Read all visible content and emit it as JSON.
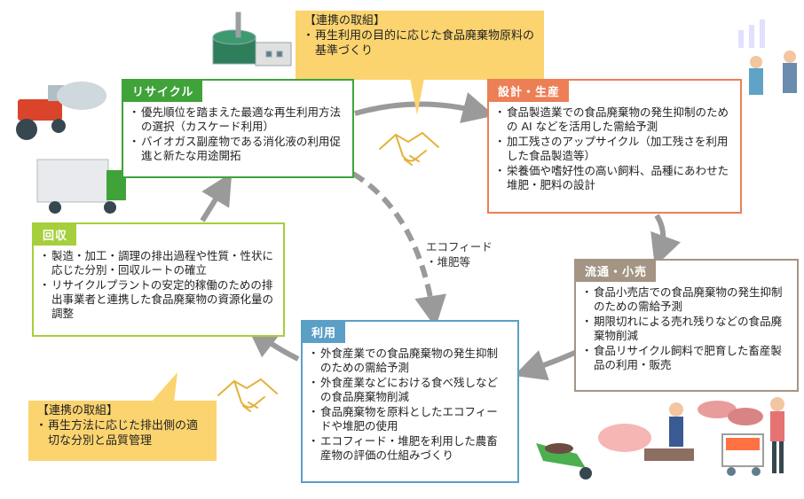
{
  "note_top": {
    "title": "【連携の取組】",
    "items": [
      "再生利用の目的に応じた食品廃棄物原料の基準づくり"
    ]
  },
  "note_bottom": {
    "title": "【連携の取組】",
    "items": [
      "再生方法に応じた排出側の適切な分別と品質管理"
    ]
  },
  "recycle": {
    "header": "リサイクル",
    "items": [
      "優先順位を踏まえた最適な再生利用方法の選択（カスケード利用）",
      "バイオガス副産物である消化液の利用促進と新たな用途開拓"
    ]
  },
  "design": {
    "header": "設計・生産",
    "items": [
      "食品製造業での食品廃棄物の発生抑制のための AI などを活用した需給予測",
      "加工残さのアップサイクル（加工残さを利用した食品製造等）",
      "栄養価や嗜好性の高い飼料、品種にあわせた堆肥・肥料の設計"
    ]
  },
  "kaishu": {
    "header": "回収",
    "items": [
      "製造・加工・調理の排出過程や性質・性状に応じた分別・回収ルートの確立",
      "リサイクルプラントの安定的稼働のための排出事業者と連携した食品廃棄物の資源化量の調整"
    ]
  },
  "ryutsu": {
    "header": "流通・小売",
    "items": [
      "食品小売店での食品廃棄物の発生抑制のための需給予測",
      "期限切れによる売れ残りなどの食品廃棄物削減",
      "食品リサイクル飼料で肥育した畜産製品の利用・販売"
    ]
  },
  "riyou": {
    "header": "利用",
    "items": [
      "外食産業での食品廃棄物の発生抑制のための需給予測",
      "外食産業などにおける食べ残しなどの食品廃棄物削減",
      "食品廃棄物を原料としたエコフィードや堆肥の使用",
      "エコフィード・堆肥を利用した農畜産物の評価の仕組みづくり"
    ]
  },
  "middle_label": {
    "line1": "エコフィード",
    "line2": "・堆肥等"
  },
  "colors": {
    "recycle": "#3fa33a",
    "design": "#ec7f56",
    "kaishu": "#a5cf3c",
    "ryutsu": "#a39483",
    "riyou": "#5b9fc6",
    "note": "#fbd46f",
    "arrow": "#9a9a9a",
    "handshake": "#e3b23c"
  }
}
